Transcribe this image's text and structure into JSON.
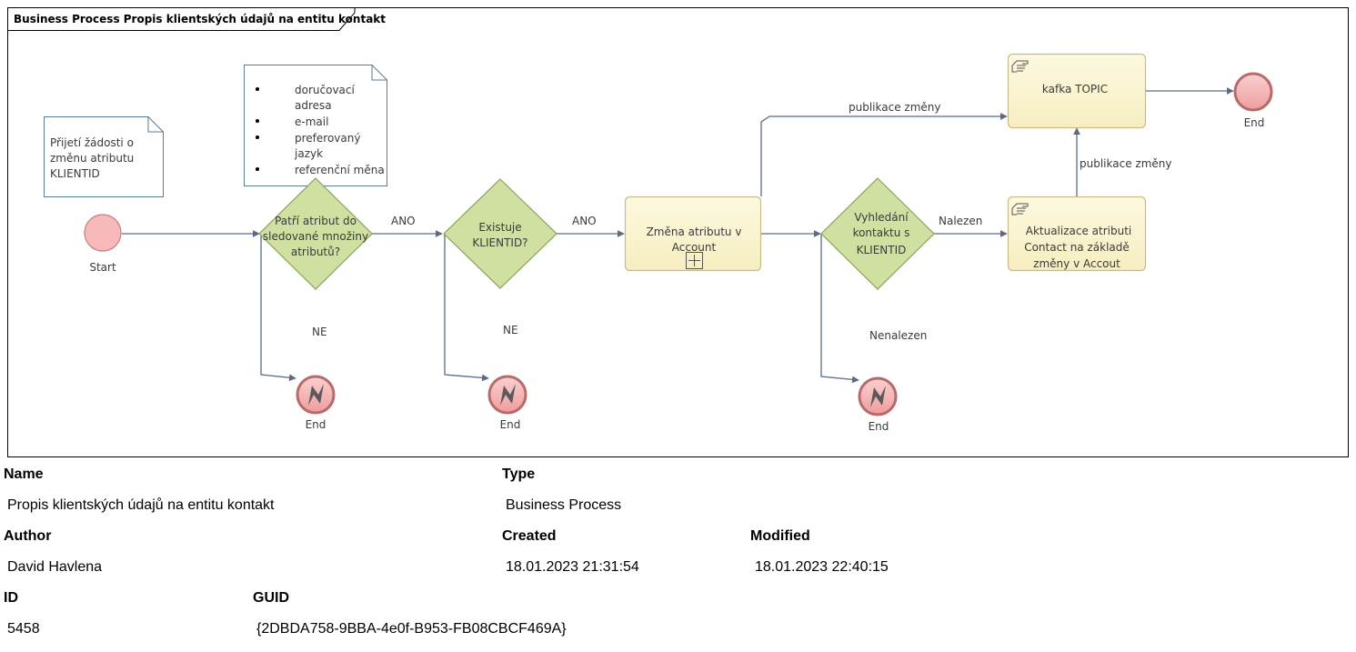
{
  "diagram": {
    "title": "Business Process Propis klientských údajů na entitu kontakt",
    "note1": [
      "Přijetí žádosti o",
      "změnu atributu",
      "KLIENTID"
    ],
    "note2_items": [
      [
        "doručovací",
        "adresa"
      ],
      [
        "e-mail"
      ],
      [
        "preferovaný",
        "jazyk"
      ],
      [
        "referenční měna"
      ]
    ],
    "start_label": "Start",
    "gateway1": [
      "Patří atribut do",
      "sledované množiny",
      "atributů?"
    ],
    "gateway2": [
      "Existuje",
      "KLIENTID?"
    ],
    "subprocess": [
      "Změna atributu v",
      "Account"
    ],
    "gateway3": [
      "Vyhledání",
      "kontaktu s",
      "KLIENTID"
    ],
    "task_update": [
      "Aktualizace atributi",
      "Contact na základě",
      "změny v Accout"
    ],
    "task_kafka": "kafka TOPIC",
    "flows": {
      "ano1": "ANO",
      "ano2": "ANO",
      "ne1": "NE",
      "ne2": "NE",
      "nalezen": "Nalezen",
      "nenalezen": "Nenalezen",
      "publikace1": "publikace změny",
      "publikace2": "publikace změny"
    },
    "end_labels": {
      "end_main": "End",
      "end_ne1": "End",
      "end_ne2": "End",
      "end_nenalezen": "End"
    },
    "colors": {
      "event_fill": "#f4b6b6",
      "event_stroke": "#b86a6a",
      "gateway_fill": "#cfe0a0",
      "gateway_stroke": "#8aa15a",
      "task_fill": "#fbf5d0",
      "task_stroke": "#c9bc86",
      "flow": "#5b6b85",
      "note_fill": "#ffffff",
      "note_stroke": "#5b7a96"
    }
  },
  "properties": {
    "name_label": "Name",
    "name_value": "Propis klientských údajů na entitu kontakt",
    "type_label": "Type",
    "type_value": "Business Process",
    "author_label": "Author",
    "author_value": "David Havlena",
    "created_label": "Created",
    "created_value": "18.01.2023 21:31:54",
    "modified_label": "Modified",
    "modified_value": "18.01.2023 22:40:15",
    "id_label": "ID",
    "id_value": "5458",
    "guid_label": "GUID",
    "guid_value": "{2DBDA758-9BBA-4e0f-B953-FB08CBCF469A}"
  }
}
